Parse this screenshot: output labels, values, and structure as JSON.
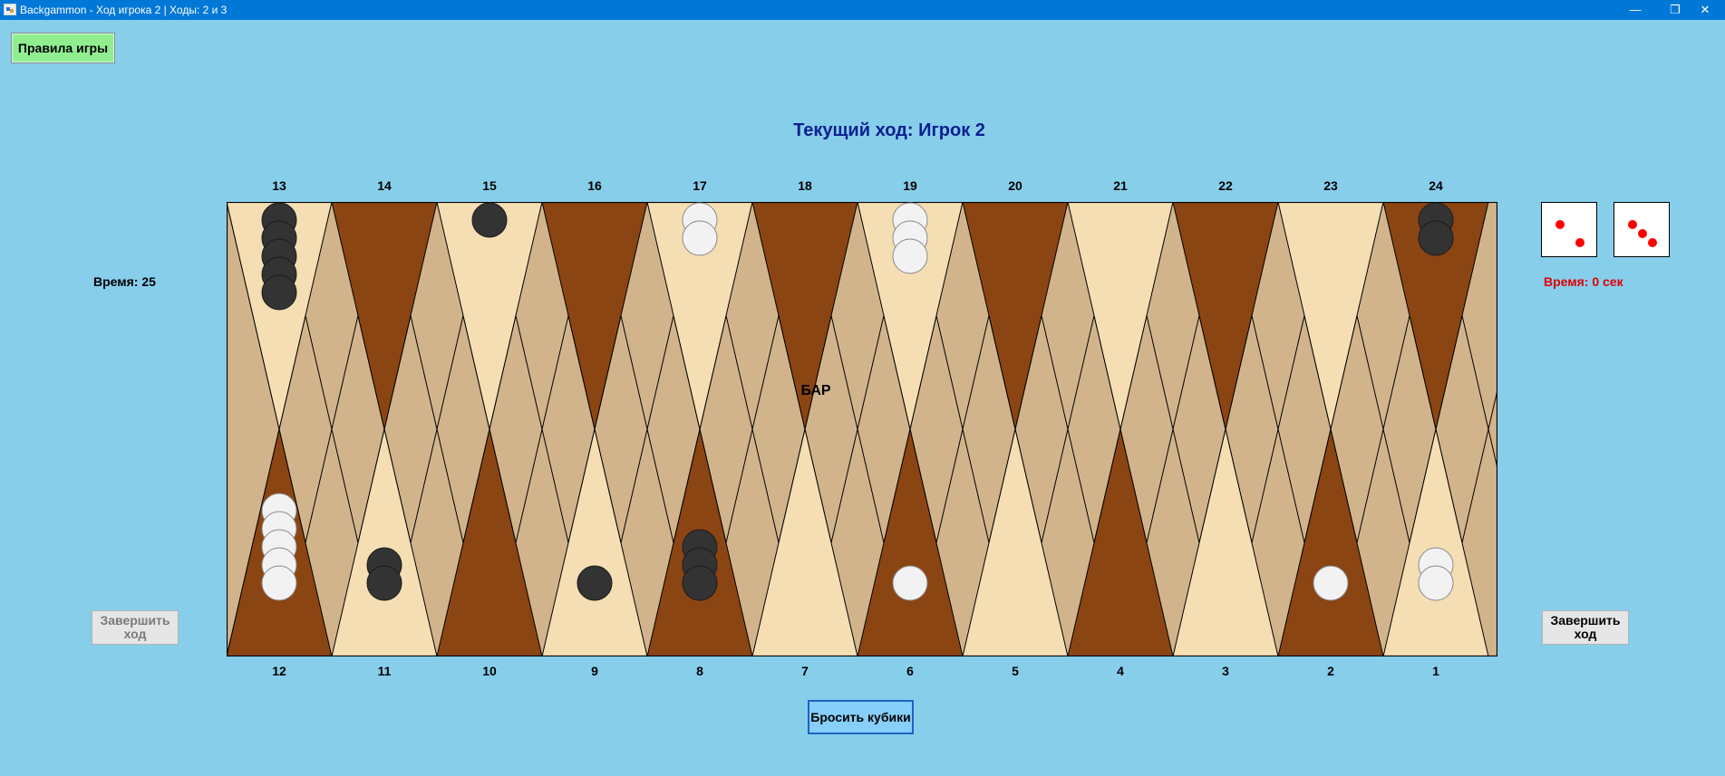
{
  "window": {
    "title": "Backgammon - Ход игрока 2 | Ходы: 2 и 3",
    "minimize_glyph": "—",
    "restore_glyph": "❐",
    "close_glyph": "✕"
  },
  "rules_button": "Правила игры",
  "turn_label": "Текущий ход: Игрок 2",
  "top_point_numbers": [
    "13",
    "14",
    "15",
    "16",
    "17",
    "18",
    "19",
    "20",
    "21",
    "22",
    "23",
    "24"
  ],
  "bottom_point_numbers": [
    "12",
    "11",
    "10",
    "9",
    "8",
    "7",
    "6",
    "5",
    "4",
    "3",
    "2",
    "1"
  ],
  "bar_label": "БАР",
  "left_panel": {
    "time": "Время: 25",
    "end_turn": "Завершить ход"
  },
  "right_panel": {
    "time": "Время: 0 сек",
    "end_turn": "Завершить ход"
  },
  "roll_button": "Бросить кубики",
  "dice": [
    2,
    3
  ],
  "colors": {
    "background": "#87ceeb",
    "board": "#d2b48c",
    "point_dark": "#8b4513",
    "point_light": "#f5deb3",
    "checker_black": "#333333",
    "checker_white": "#f2f2f2",
    "pip": "#ff0000",
    "timer_active": "#e00000"
  },
  "board": {
    "points": [
      {
        "point": 13,
        "color": "black",
        "count": 5
      },
      {
        "point": 15,
        "color": "black",
        "count": 1
      },
      {
        "point": 17,
        "color": "white",
        "count": 2
      },
      {
        "point": 19,
        "color": "white",
        "count": 3
      },
      {
        "point": 24,
        "color": "black",
        "count": 2
      },
      {
        "point": 12,
        "color": "white",
        "count": 5
      },
      {
        "point": 11,
        "color": "black",
        "count": 2
      },
      {
        "point": 9,
        "color": "black",
        "count": 1
      },
      {
        "point": 8,
        "color": "black",
        "count": 3
      },
      {
        "point": 6,
        "color": "white",
        "count": 1
      },
      {
        "point": 2,
        "color": "white",
        "count": 1
      },
      {
        "point": 1,
        "color": "white",
        "count": 2
      }
    ]
  }
}
